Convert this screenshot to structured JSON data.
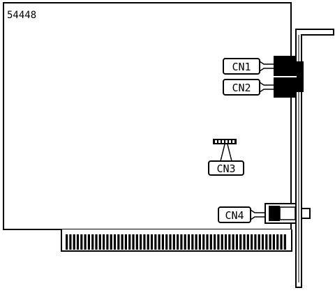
{
  "diagram": {
    "board_id": "54448",
    "connectors": [
      {
        "id": "cn1",
        "label": "CN1"
      },
      {
        "id": "cn2",
        "label": "CN2"
      },
      {
        "id": "cn3",
        "label": "CN3"
      },
      {
        "id": "cn4",
        "label": "CN4"
      }
    ],
    "colors": {
      "ink": "#000000",
      "paper": "#ffffff"
    }
  }
}
